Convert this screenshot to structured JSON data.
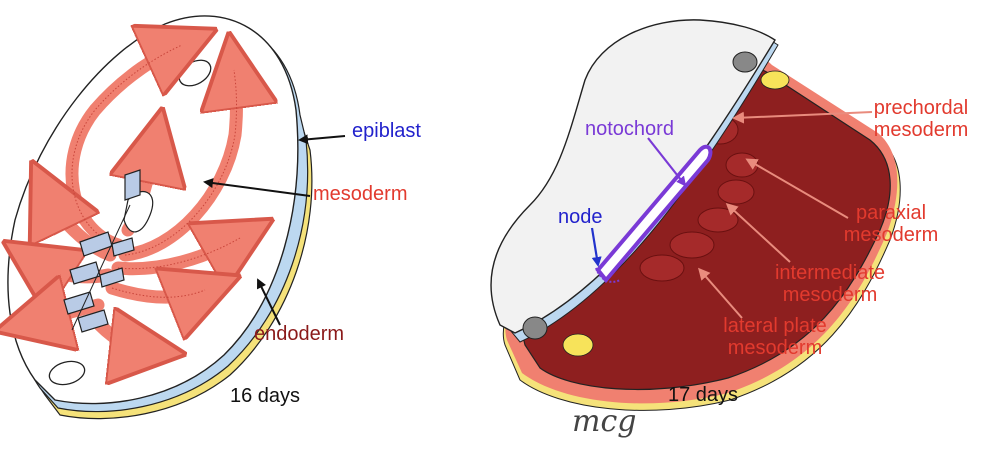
{
  "left_panel": {
    "labels": {
      "epiblast": "epiblast",
      "mesoderm": "mesoderm",
      "endoderm": "endoderm",
      "days": "16 days"
    }
  },
  "right_panel": {
    "labels": {
      "notochord": "notochord",
      "node": "node",
      "prechordal_1": "prechordal",
      "prechordal_2": "mesoderm",
      "paraxial_1": "paraxial",
      "paraxial_2": "mesoderm",
      "intermediate_1": "intermediate",
      "intermediate_2": "mesoderm",
      "lateral_1": "lateral plate",
      "lateral_2": "mesoderm",
      "days": "17 days"
    },
    "signature": "mcg"
  },
  "colors": {
    "epiblast_text": "#2222cc",
    "mesoderm_arrow": "#f08070",
    "mesoderm_text": "#e23a2e",
    "endoderm_text": "#8b1a1a",
    "endoderm_layer": "#f5e27a",
    "epiblast_layer": "#bcd8f0",
    "mesoderm_tissue": "#8e1f1f",
    "notochord": "#7a3ad6"
  }
}
